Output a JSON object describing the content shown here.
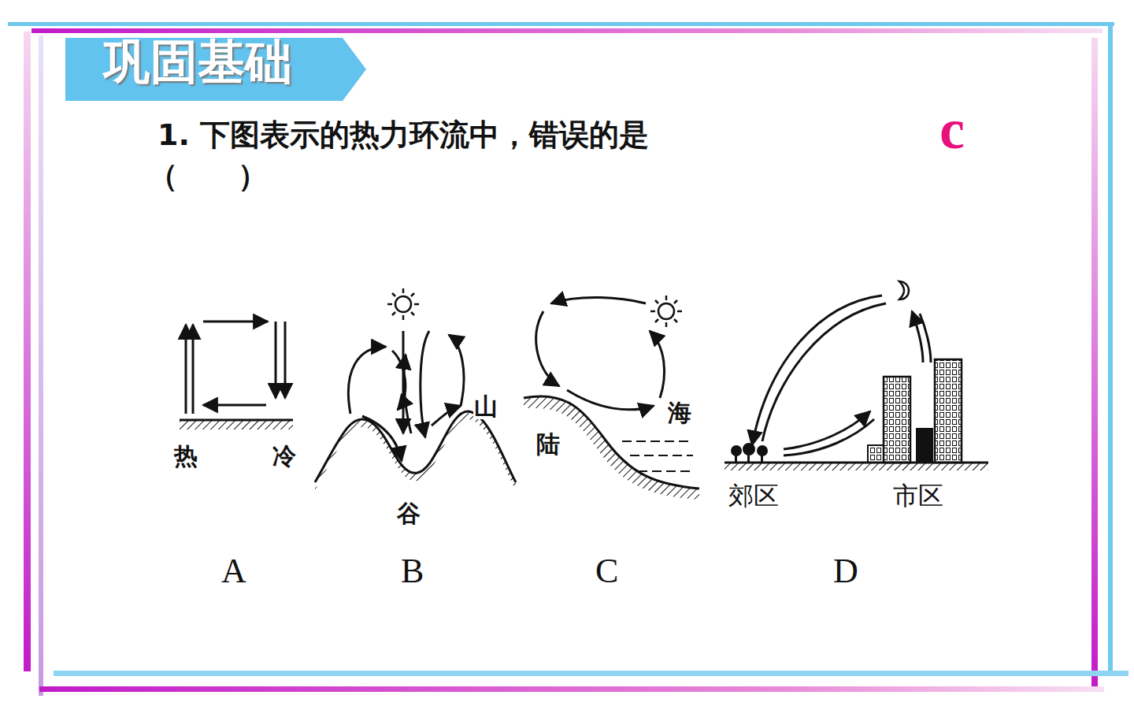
{
  "diagram": {
    "nodes": [
      {
        "text": [
          "巩固基础"
        ]
      }
    ],
    "labels": [
      "1. 下图表示的热力环流中，错误的是",
      "（　　）",
      "c",
      "热",
      "冷",
      "谷",
      "山",
      "陆",
      "海",
      "郊区",
      "市区",
      "A",
      "B",
      "C",
      "D"
    ]
  }
}
